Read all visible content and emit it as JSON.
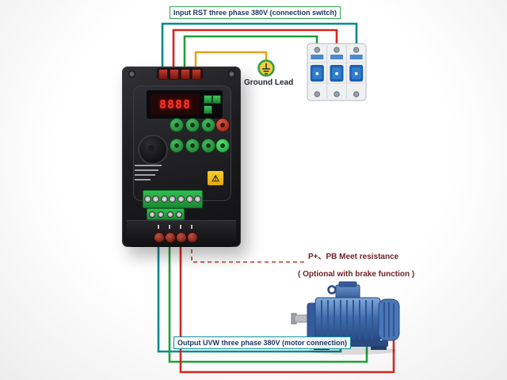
{
  "labels": {
    "input": "Input RST three phase 380V (connection switch)",
    "ground": "Ground Lead",
    "brake_line1": "P+、PB Meet resistance",
    "brake_line2": "( Optional with brake function )",
    "output": "Output UVW three phase 380V (motor connection)"
  },
  "vfd": {
    "display": "8888"
  },
  "colors": {
    "wire_red": "#d0281e",
    "wire_green": "#1fa03c",
    "wire_teal": "#008a90",
    "wire_yellow": "#e2a41c",
    "breaker_toggle_blue": "#2f78c8",
    "motor_blue": "#3f6db0",
    "terminal_green": "#23a23f",
    "display_red": "#ff3226"
  }
}
